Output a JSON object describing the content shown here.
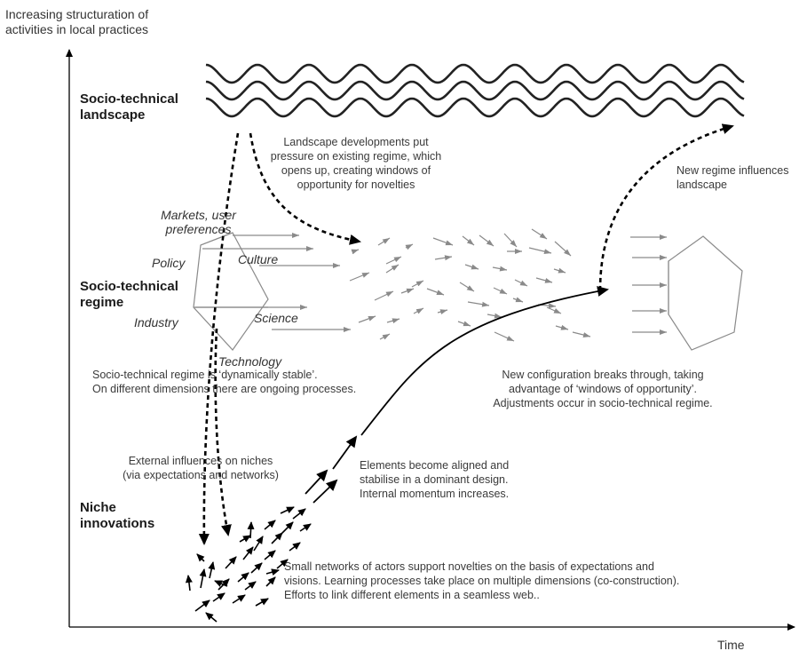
{
  "axes": {
    "y_label_line1": "Increasing structuration of",
    "y_label_line2": "activities in local practices",
    "x_label": "Time"
  },
  "levels": {
    "landscape_line1": "Socio-technical",
    "landscape_line2": "landscape",
    "regime_line1": "Socio-technical",
    "regime_line2": "regime",
    "niche_line1": "Niche",
    "niche_line2": "innovations"
  },
  "regime_dimensions": {
    "markets_line1": "Markets, user",
    "markets_line2": "preferences",
    "policy": "Policy",
    "culture": "Culture",
    "industry": "Industry",
    "science": "Science",
    "technology": "Technology"
  },
  "annotations": {
    "landscape_pressure": [
      "Landscape developments put",
      "pressure on existing regime, which",
      "opens up, creating windows of",
      "opportunity for novelties"
    ],
    "new_regime": [
      "New regime influences",
      "landscape"
    ],
    "stable_regime": [
      "Socio-technical regime is ‘dynamically stable’.",
      "On different dimensions there are ongoing processes."
    ],
    "breakthrough": [
      "New configuration breaks through, taking",
      "advantage of ‘windows of opportunity’.",
      "Adjustments occur in socio-technical regime."
    ],
    "external_influences": [
      "External influences on niches",
      "(via expectations and networks)"
    ],
    "aligned": [
      "Elements become aligned and",
      "stabilise in a dominant design.",
      "Internal momentum increases."
    ],
    "small_networks": [
      "Small networks of actors support novelties on the basis of expectations and",
      "visions. Learning processes take place on multiple dimensions (co-construction).",
      "Efforts to link different elements in a seamless web.."
    ]
  }
}
